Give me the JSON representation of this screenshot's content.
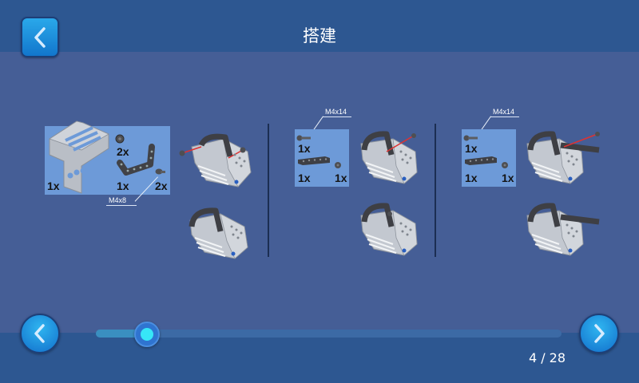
{
  "header": {
    "title": "搭建",
    "back_button": {
      "icon": "chevron-left-icon"
    }
  },
  "steps": [
    {
      "id": "step-a",
      "parts_panel": {
        "items": [
          {
            "part": "curved-perforated-plate",
            "qty": "1x"
          },
          {
            "part": "nut",
            "qty": "2x"
          },
          {
            "part": "u-beam",
            "qty": "1x"
          },
          {
            "part": "screw",
            "qty": "2x",
            "label": "M4x8"
          }
        ]
      },
      "diagrams": [
        "assembly-with-screws-exploded",
        "assembly-result"
      ]
    },
    {
      "id": "step-b",
      "parts_panel": {
        "items": [
          {
            "part": "screw",
            "qty": "1x",
            "label": "M4x14"
          },
          {
            "part": "straight-beam",
            "qty": "1x"
          },
          {
            "part": "nut",
            "qty": "1x"
          }
        ]
      },
      "diagrams": [
        "assembly-with-screw-exploded",
        "assembly-result"
      ]
    },
    {
      "id": "step-c",
      "parts_panel": {
        "items": [
          {
            "part": "screw",
            "qty": "1x",
            "label": "M4x14"
          },
          {
            "part": "straight-beam",
            "qty": "1x"
          },
          {
            "part": "nut",
            "qty": "1x"
          }
        ]
      },
      "diagrams": [
        "assembly-with-beam-exploded",
        "assembly-result"
      ]
    }
  ],
  "footer": {
    "prev_button": {
      "icon": "chevron-left-icon"
    },
    "next_button": {
      "icon": "chevron-right-icon"
    },
    "progress": {
      "current": 4,
      "total": 28
    },
    "page_counter": "4 / 28"
  },
  "colors": {
    "header_bg": "#2d5791",
    "main_bg": "#455e96",
    "panel_bg": "#6d9ad8",
    "button_blue": "#1e8ee0",
    "knob_inner": "#37e6f7",
    "divider": "#1c2e52"
  }
}
